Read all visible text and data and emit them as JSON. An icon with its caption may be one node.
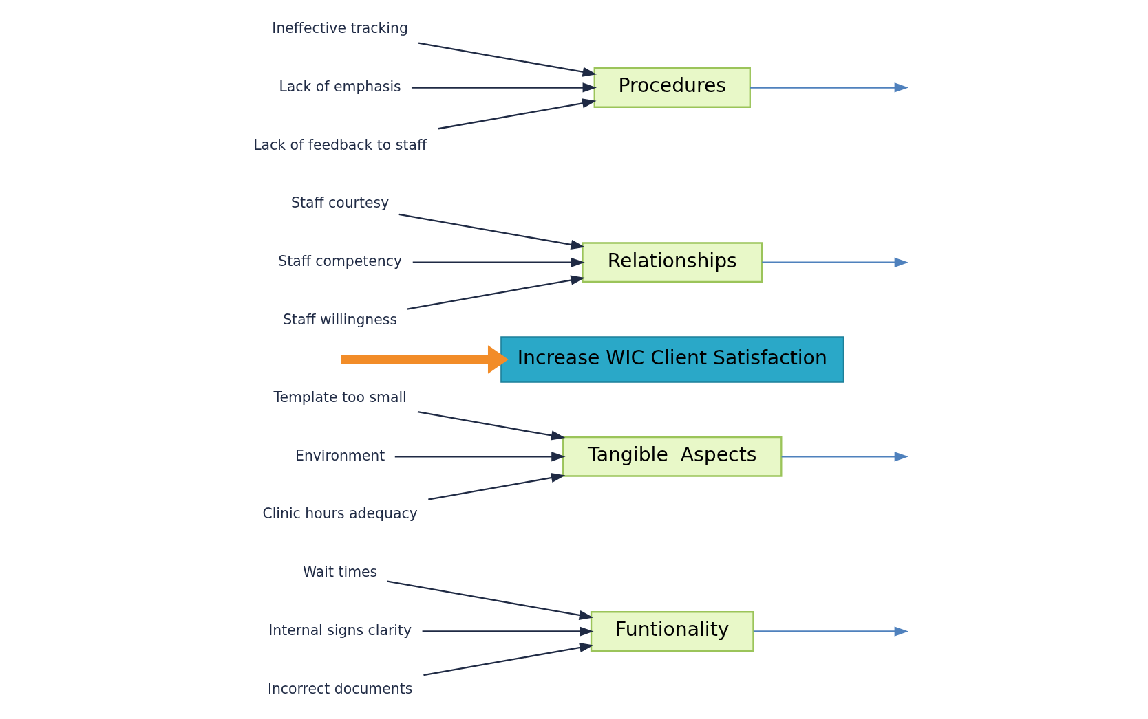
{
  "diagram": {
    "nodes": [
      {
        "text": [
          "Funtionality"
        ]
      },
      {
        "text": [
          "Tangible  Aspects"
        ]
      },
      {
        "text": [
          "Wait times"
        ]
      },
      {
        "text": [
          "Template too small"
        ]
      },
      {
        "text": [
          "Internal signs clarity"
        ]
      },
      {
        "text": [
          "Environment"
        ]
      },
      {
        "text": [
          "Incorrect documents"
        ]
      },
      {
        "text": [
          "Clinic hours adequacy"
        ]
      },
      {
        "text": [
          "Increase WIC Client Satisfaction"
        ]
      },
      {
        "text": [
          "Staff courtesy"
        ]
      },
      {
        "text": [
          "Ineffective tracking"
        ]
      },
      {
        "text": [
          "Staff competency"
        ]
      },
      {
        "text": [
          "Lack of emphasis"
        ]
      },
      {
        "text": [
          "Staff willingness"
        ]
      },
      {
        "text": [
          "Lack of feedback to staff"
        ]
      },
      {
        "text": [
          "Relationships"
        ]
      },
      {
        "text": [
          "Procedures"
        ]
      }
    ],
    "edges": [
      {
        "from": 2,
        "to": 0,
        "arrow": "to"
      },
      {
        "from": 4,
        "to": 0,
        "arrow": "to"
      },
      {
        "from": 6,
        "to": 0,
        "arrow": "to"
      },
      {
        "from": 3,
        "to": 1,
        "arrow": "to"
      },
      {
        "from": 5,
        "to": 1,
        "arrow": "to"
      },
      {
        "from": 7,
        "to": 1,
        "arrow": "to"
      },
      {
        "from": 9,
        "to": 15,
        "arrow": "to"
      },
      {
        "from": 11,
        "to": 15,
        "arrow": "to"
      },
      {
        "from": 13,
        "to": 15,
        "arrow": "to"
      },
      {
        "from": 10,
        "to": 16,
        "arrow": "to"
      },
      {
        "from": 12,
        "to": 16,
        "arrow": "to"
      },
      {
        "from": 14,
        "to": 16,
        "arrow": "to"
      },
      {
        "from": 0,
        "to": null,
        "arrow": "to",
        "color": "#4f81bd"
      },
      {
        "from": 1,
        "to": null,
        "arrow": "to",
        "color": "#4f81bd"
      },
      {
        "from": 15,
        "to": null,
        "arrow": "to",
        "color": "#4f81bd"
      },
      {
        "from": 16,
        "to": null,
        "arrow": "to",
        "color": "#4f81bd"
      },
      {
        "from": null,
        "to": 8,
        "arrow": "to",
        "style": "thick",
        "color": "#f28c28"
      }
    ]
  }
}
